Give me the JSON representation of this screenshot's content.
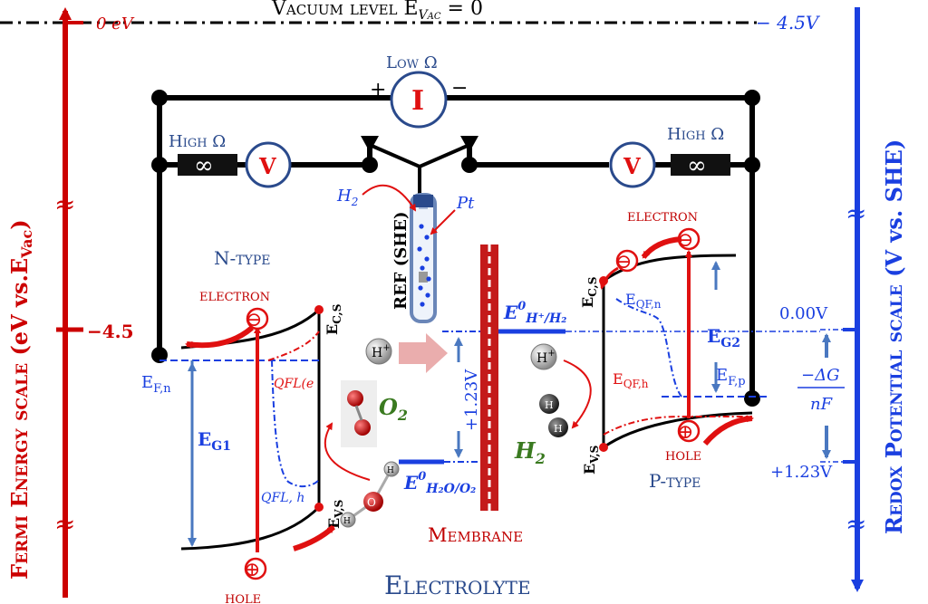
{
  "header": {
    "vacuum_level": "Vacuum level E",
    "vac_sub": "Vac",
    "vac_eq": " = 0"
  },
  "left_scale": {
    "title": "Fermi Energy scale ",
    "units": "(eV vs.E",
    "units_sub": "Vac",
    "units_close": ")",
    "top_label": "0 eV",
    "mid_label": "−4.5",
    "break_symbol": "≈",
    "color": "#cc0000"
  },
  "right_scale": {
    "title": "Redox Potential scale ",
    "units": "(V vs. SHE)",
    "top_label": "− 4.5V",
    "zero_label": "0.00V",
    "bottom_label": "+1.23V",
    "break_symbol": "≈",
    "color": "#1a3fe0"
  },
  "circuit": {
    "ammeter": "I",
    "ammeter_label": "Low Ω",
    "plus": "+",
    "minus": "−",
    "voltmeter_left": "V",
    "voltmeter_right": "V",
    "high_left": "High Ω",
    "high_right": "High Ω",
    "resistor_left": "∞",
    "resistor_right": "∞",
    "ref_electrode": "REF (SHE)",
    "h2_gas": "H",
    "h2_sub": "2",
    "pt_label": "Pt"
  },
  "n_type": {
    "title": "N-type",
    "electron": "electron",
    "hole": "hole",
    "e_fn": "E",
    "e_fn_sub": "F,n",
    "e_cs": "E",
    "e_cs_sub": "C,S",
    "e_vs": "E",
    "e_vs_sub": "V,S",
    "e_g1": "E",
    "e_g1_sub": "G1",
    "qfl_e": "QFL(e",
    "qfl_h": "QFL, h",
    "electron_symbol": "⊖",
    "hole_symbol": "⊕"
  },
  "p_type": {
    "title": "P-type",
    "electron": "electron",
    "hole": "hole",
    "e_fp": "E",
    "e_fp_sub": "F,p",
    "e_cs": "E",
    "e_cs_sub": "C,S",
    "e_vs": "E",
    "e_vs_sub": "V,S",
    "e_g2": "E",
    "e_g2_sub": "G2",
    "e_qfn": "E",
    "e_qfn_sub": "QF,n",
    "e_qfh": "E",
    "e_qfh_sub": "QF,h",
    "electron_symbol": "⊖",
    "hole_symbol": "⊕"
  },
  "electrolyte": {
    "membrane": "Membrane",
    "electrolyte": "Electrolyte",
    "e_h_label": "E",
    "e_h_sup": "0",
    "e_h_sub": "H⁺/H₂",
    "e_o_label": "E",
    "e_o_sup": "0",
    "e_o_sub": "H₂O/O₂",
    "potential": "+1.23V",
    "delta_g_num": "−ΔG",
    "delta_g_den": "nF",
    "proton": "H",
    "proton_sup": "+",
    "o2": "O",
    "o2_sub": "2",
    "h2": "H",
    "h2_sub": "2",
    "atom_h": "H",
    "atom_o": "O"
  },
  "colors": {
    "black": "#000000",
    "red": "#e01010",
    "dark_red": "#c00000",
    "blue": "#1a3fe0",
    "steel_blue": "#4a78c0",
    "navy": "#2a4a8c",
    "green": "#3a7a20",
    "membrane": "#c41a1a"
  }
}
